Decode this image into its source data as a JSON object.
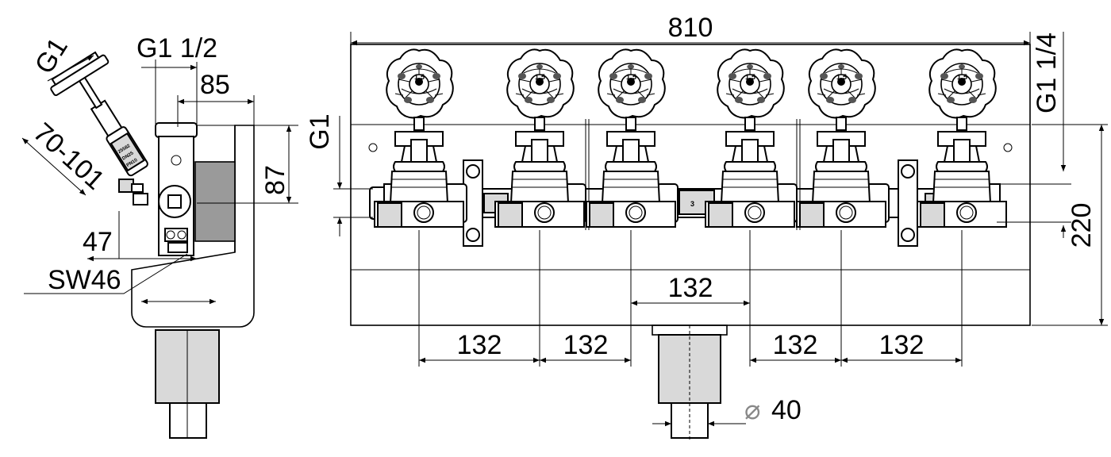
{
  "side_view": {
    "thread_inlet": "G1",
    "thread_main": "G1 1/2",
    "dim_85": "85",
    "dim_87": "87",
    "dim_range": "70-101",
    "dim_47": "47",
    "wrench_size": "SW46"
  },
  "front_view": {
    "overall_width": "810",
    "thread_left": "G1",
    "thread_right": "G1 1/4",
    "height": "220",
    "spacings": [
      "132",
      "132",
      "132",
      "132"
    ],
    "center_spacing": "132",
    "drain_diameter": "40",
    "diameter_symbol": "⌀"
  }
}
